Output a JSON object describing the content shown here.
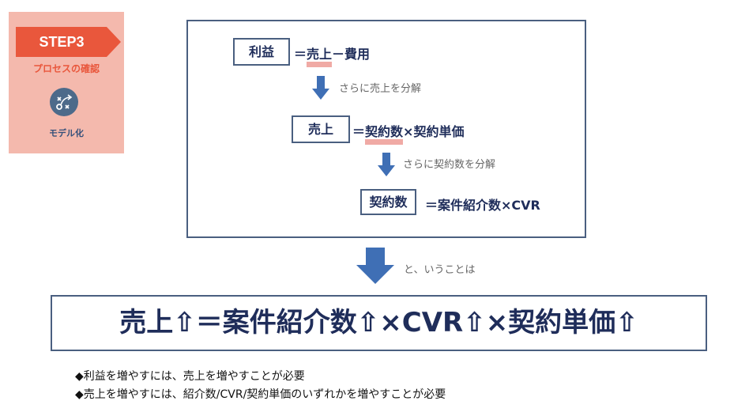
{
  "step_badge": {
    "step": "STEP3",
    "subtitle": "プロセスの確認",
    "label": "モデル化",
    "colors": {
      "panel": "#f4b9ad",
      "arrow": "#e9573c"
    }
  },
  "diagram": {
    "row1": {
      "box": "利益",
      "eq": "＝",
      "highlight": "売上",
      "rest": "－費用"
    },
    "note1": "さらに売上を分解",
    "row2": {
      "box": "売上",
      "eq": "＝",
      "highlight": "契約数",
      "rest": "×契約単価"
    },
    "note2": "さらに契約数を分解",
    "row3": {
      "box": "契約数",
      "eq": "＝案件紹介数×CVR"
    }
  },
  "connector_note": "と、いうことは",
  "formula": "売上⇧＝案件紹介数⇧×CVR⇧×契約単価⇧",
  "bullets": [
    "◆利益を増やすには、売上を増やすことが必要",
    "◆売上を増やすには、紹介数/CVR/契約単価のいずれかを増やすことが必要"
  ],
  "colors": {
    "frame": "#4a5f80",
    "arrow": "#3f6fb5",
    "highlight": "#f0aaa5",
    "text": "#1f2d5a"
  }
}
